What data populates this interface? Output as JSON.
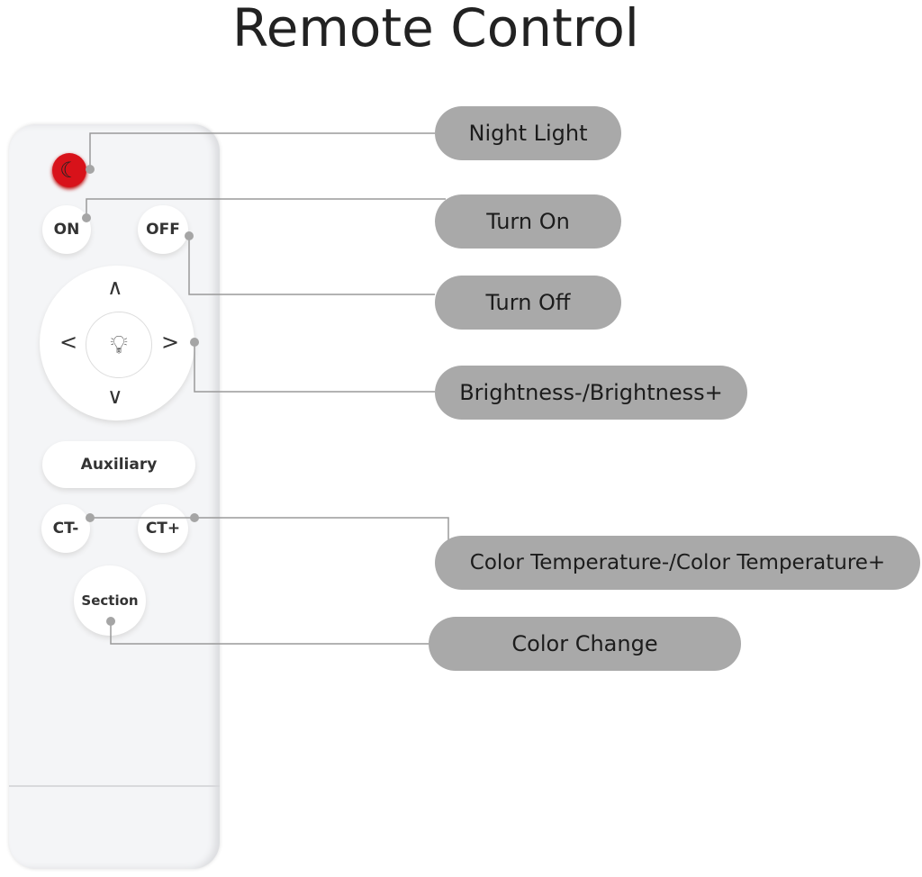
{
  "title": "Remote Control",
  "remote": {
    "buttons": {
      "on": "ON",
      "off": "OFF",
      "auxiliary": "Auxiliary",
      "ct_minus": "CT-",
      "ct_plus": "CT+",
      "section": "Section"
    },
    "icons": [
      "moon-star-icon",
      "chevron-up-icon",
      "chevron-down-icon",
      "chevron-left-icon",
      "chevron-right-icon",
      "light-bulb-icon"
    ]
  },
  "labels": {
    "night_light": "Night Light",
    "turn_on": "Turn On",
    "turn_off": "Turn Off",
    "brightness": "Brightness-/Brightness+",
    "color_temperature": "Color Temperature-/Color Temperature+",
    "color_change": "Color Change"
  },
  "colors": {
    "label_bg": "#a9a9a9",
    "night_button": "#d8121a",
    "line": "#9a9a9a"
  }
}
